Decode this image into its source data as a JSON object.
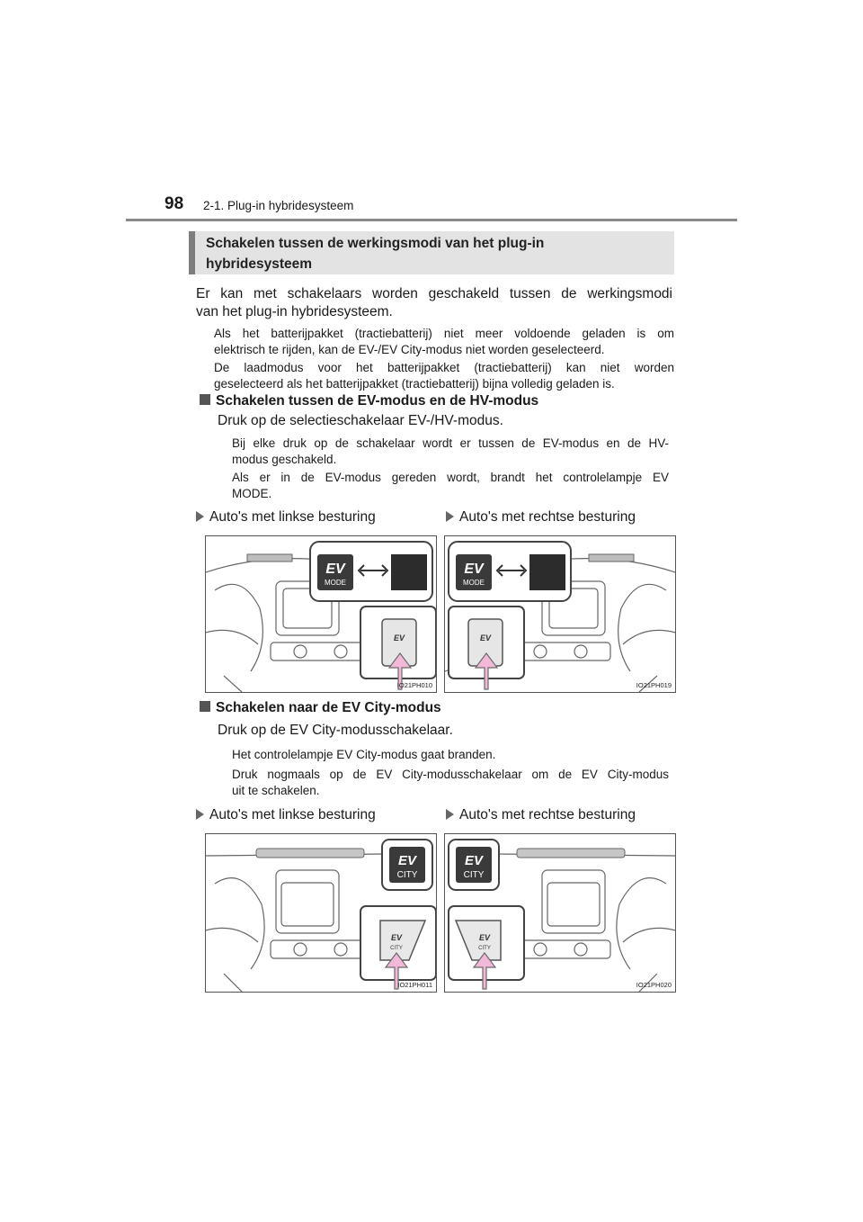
{
  "header": {
    "page_number": "98",
    "chapter": "2-1. Plug-in hybridesysteem"
  },
  "section": {
    "title_line1": "Schakelen tussen de werkingsmodi van het plug-in",
    "title_line2": "hybridesysteem",
    "intro_line1": "Er kan met schakelaars worden geschakeld tussen de werkingsmodi",
    "intro_line2": "van het plug-in hybridesysteem.",
    "note1_line1": "Als het batterijpakket (tractiebatterij) niet meer voldoende geladen is om",
    "note1_line2": "elektrisch te rijden, kan de EV-/EV City-modus niet worden geselecteerd.",
    "note2_line1": "De laadmodus voor het batterijpakket (tractiebatterij) kan niet worden",
    "note2_line2": "geselecteerd als het batterijpakket (tractiebatterij) bijna volledig geladen is."
  },
  "ev_mode": {
    "heading": "Schakelen tussen de EV-modus en de HV-modus",
    "instruction": "Druk op de selectieschakelaar EV-/HV-modus.",
    "note1_line1": "Bij elke druk op de schakelaar wordt er tussen de EV-modus en de HV-",
    "note1_line2": "modus geschakeld.",
    "note2_line1": "Als er in de EV-modus gereden wordt, brandt het controlelampje EV",
    "note2_line2": "MODE.",
    "lhd_label": "Auto's met linkse besturing",
    "rhd_label": "Auto's met rechtse besturing",
    "fig_left_code": "IO21PH010",
    "fig_right_code": "IO21PH019",
    "indicator_text_ev": "EV",
    "indicator_text_mode": "MODE"
  },
  "ev_city": {
    "heading": "Schakelen naar de EV City-modus",
    "instruction": "Druk op de EV City-modusschakelaar.",
    "note1": "Het controlelampje EV City-modus gaat branden.",
    "note2_line1": "Druk nogmaals op de EV City-modusschakelaar om de EV City-modus",
    "note2_line2": "uit te schakelen.",
    "lhd_label": "Auto's met linkse besturing",
    "rhd_label": "Auto's met rechtse besturing",
    "fig_left_code": "IO21PH011",
    "fig_right_code": "IO21PH020",
    "indicator_text_ev": "EV",
    "indicator_text_city": "CITY"
  },
  "colors": {
    "arrow_pink": "#f2b8d8",
    "arrow_outline": "#6a6a6a",
    "indicator_dark": "#3a3a3a",
    "section_bg": "#e3e3e3",
    "section_bar": "#7d7d7d"
  }
}
